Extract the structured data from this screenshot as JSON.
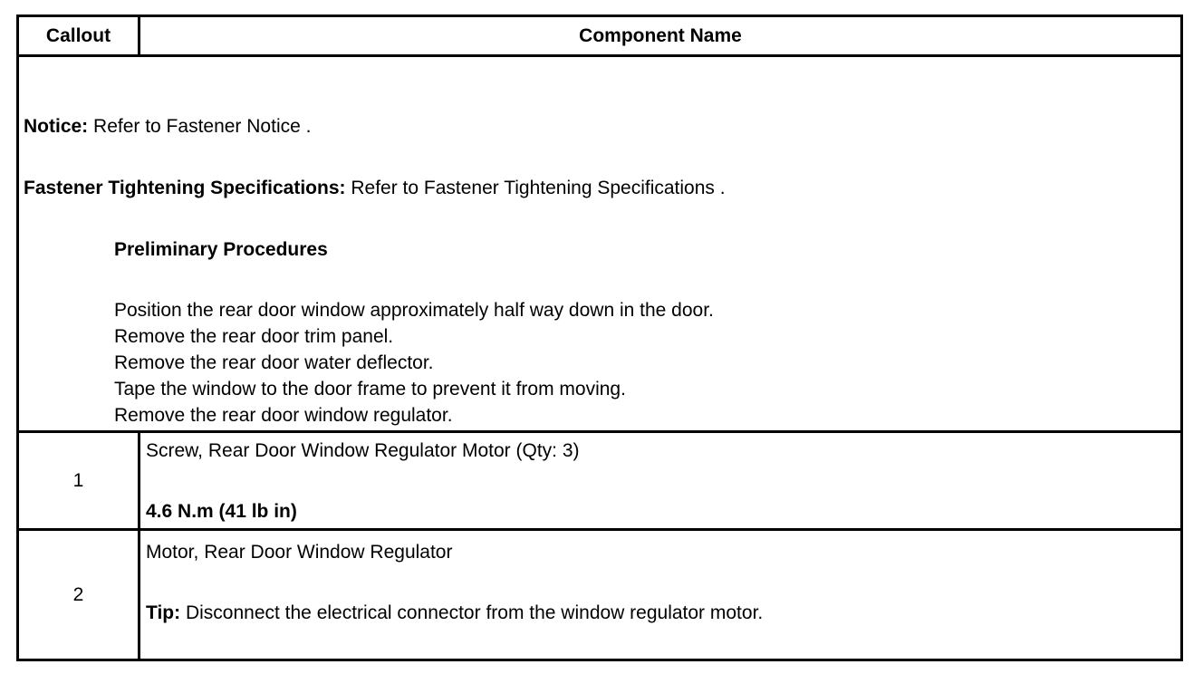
{
  "header": {
    "callout_label": "Callout",
    "component_label": "Component Name"
  },
  "intro": {
    "notice_label": "Notice:",
    "notice_text": " Refer to Fastener Notice .",
    "spec_label": "Fastener Tightening Specifications:",
    "spec_text": " Refer to Fastener Tightening Specifications .",
    "procedures_heading": "Preliminary Procedures",
    "procedures": [
      "Position the rear door window approximately half way down in the door.",
      "Remove the rear door trim panel.",
      "Remove the rear door water deflector.",
      "Tape the window to the door frame to prevent it from moving.",
      "Remove the rear door window regulator."
    ]
  },
  "items": [
    {
      "callout": "1",
      "name": "Screw, Rear Door Window Regulator Motor (Qty: 3)",
      "spec": "4.6 N.m (41 lb in)"
    },
    {
      "callout": "2",
      "name": "Motor, Rear Door Window Regulator",
      "tip_label": "Tip:",
      "tip_text": " Disconnect the electrical connector from the window regulator motor."
    }
  ]
}
